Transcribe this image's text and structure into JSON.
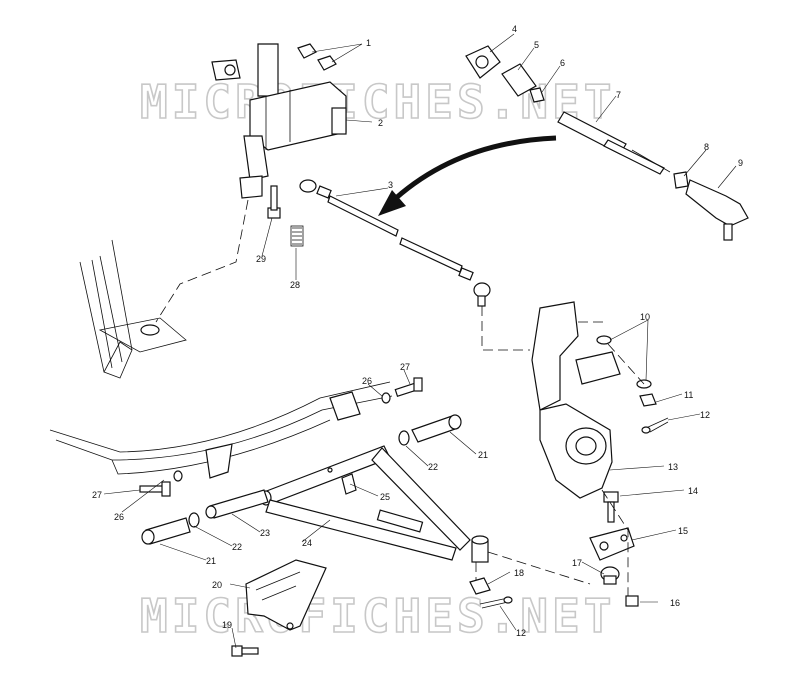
{
  "diagram": {
    "watermark": "MICROFICHES.NET",
    "callouts": [
      {
        "id": "c1",
        "text": "1"
      },
      {
        "id": "c2",
        "text": "2"
      },
      {
        "id": "c3",
        "text": "3"
      },
      {
        "id": "c4",
        "text": "4"
      },
      {
        "id": "c5",
        "text": "5"
      },
      {
        "id": "c6",
        "text": "6"
      },
      {
        "id": "c7",
        "text": "7"
      },
      {
        "id": "c8",
        "text": "8"
      },
      {
        "id": "c9",
        "text": "9"
      },
      {
        "id": "c10",
        "text": "10"
      },
      {
        "id": "c11",
        "text": "11"
      },
      {
        "id": "c12a",
        "text": "12"
      },
      {
        "id": "c13",
        "text": "13"
      },
      {
        "id": "c14",
        "text": "14"
      },
      {
        "id": "c15",
        "text": "15"
      },
      {
        "id": "c16",
        "text": "16"
      },
      {
        "id": "c17",
        "text": "17"
      },
      {
        "id": "c18",
        "text": "18"
      },
      {
        "id": "c12b",
        "text": "12"
      },
      {
        "id": "c19",
        "text": "19"
      },
      {
        "id": "c20",
        "text": "20"
      },
      {
        "id": "c21a",
        "text": "21"
      },
      {
        "id": "c22a",
        "text": "22"
      },
      {
        "id": "c21b",
        "text": "21"
      },
      {
        "id": "c22b",
        "text": "22"
      },
      {
        "id": "c23",
        "text": "23"
      },
      {
        "id": "c24",
        "text": "24"
      },
      {
        "id": "c25",
        "text": "25"
      },
      {
        "id": "c26a",
        "text": "26"
      },
      {
        "id": "c27a",
        "text": "27"
      },
      {
        "id": "c26b",
        "text": "26"
      },
      {
        "id": "c27b",
        "text": "27"
      },
      {
        "id": "c28",
        "text": "28"
      },
      {
        "id": "c29",
        "text": "29"
      }
    ]
  }
}
